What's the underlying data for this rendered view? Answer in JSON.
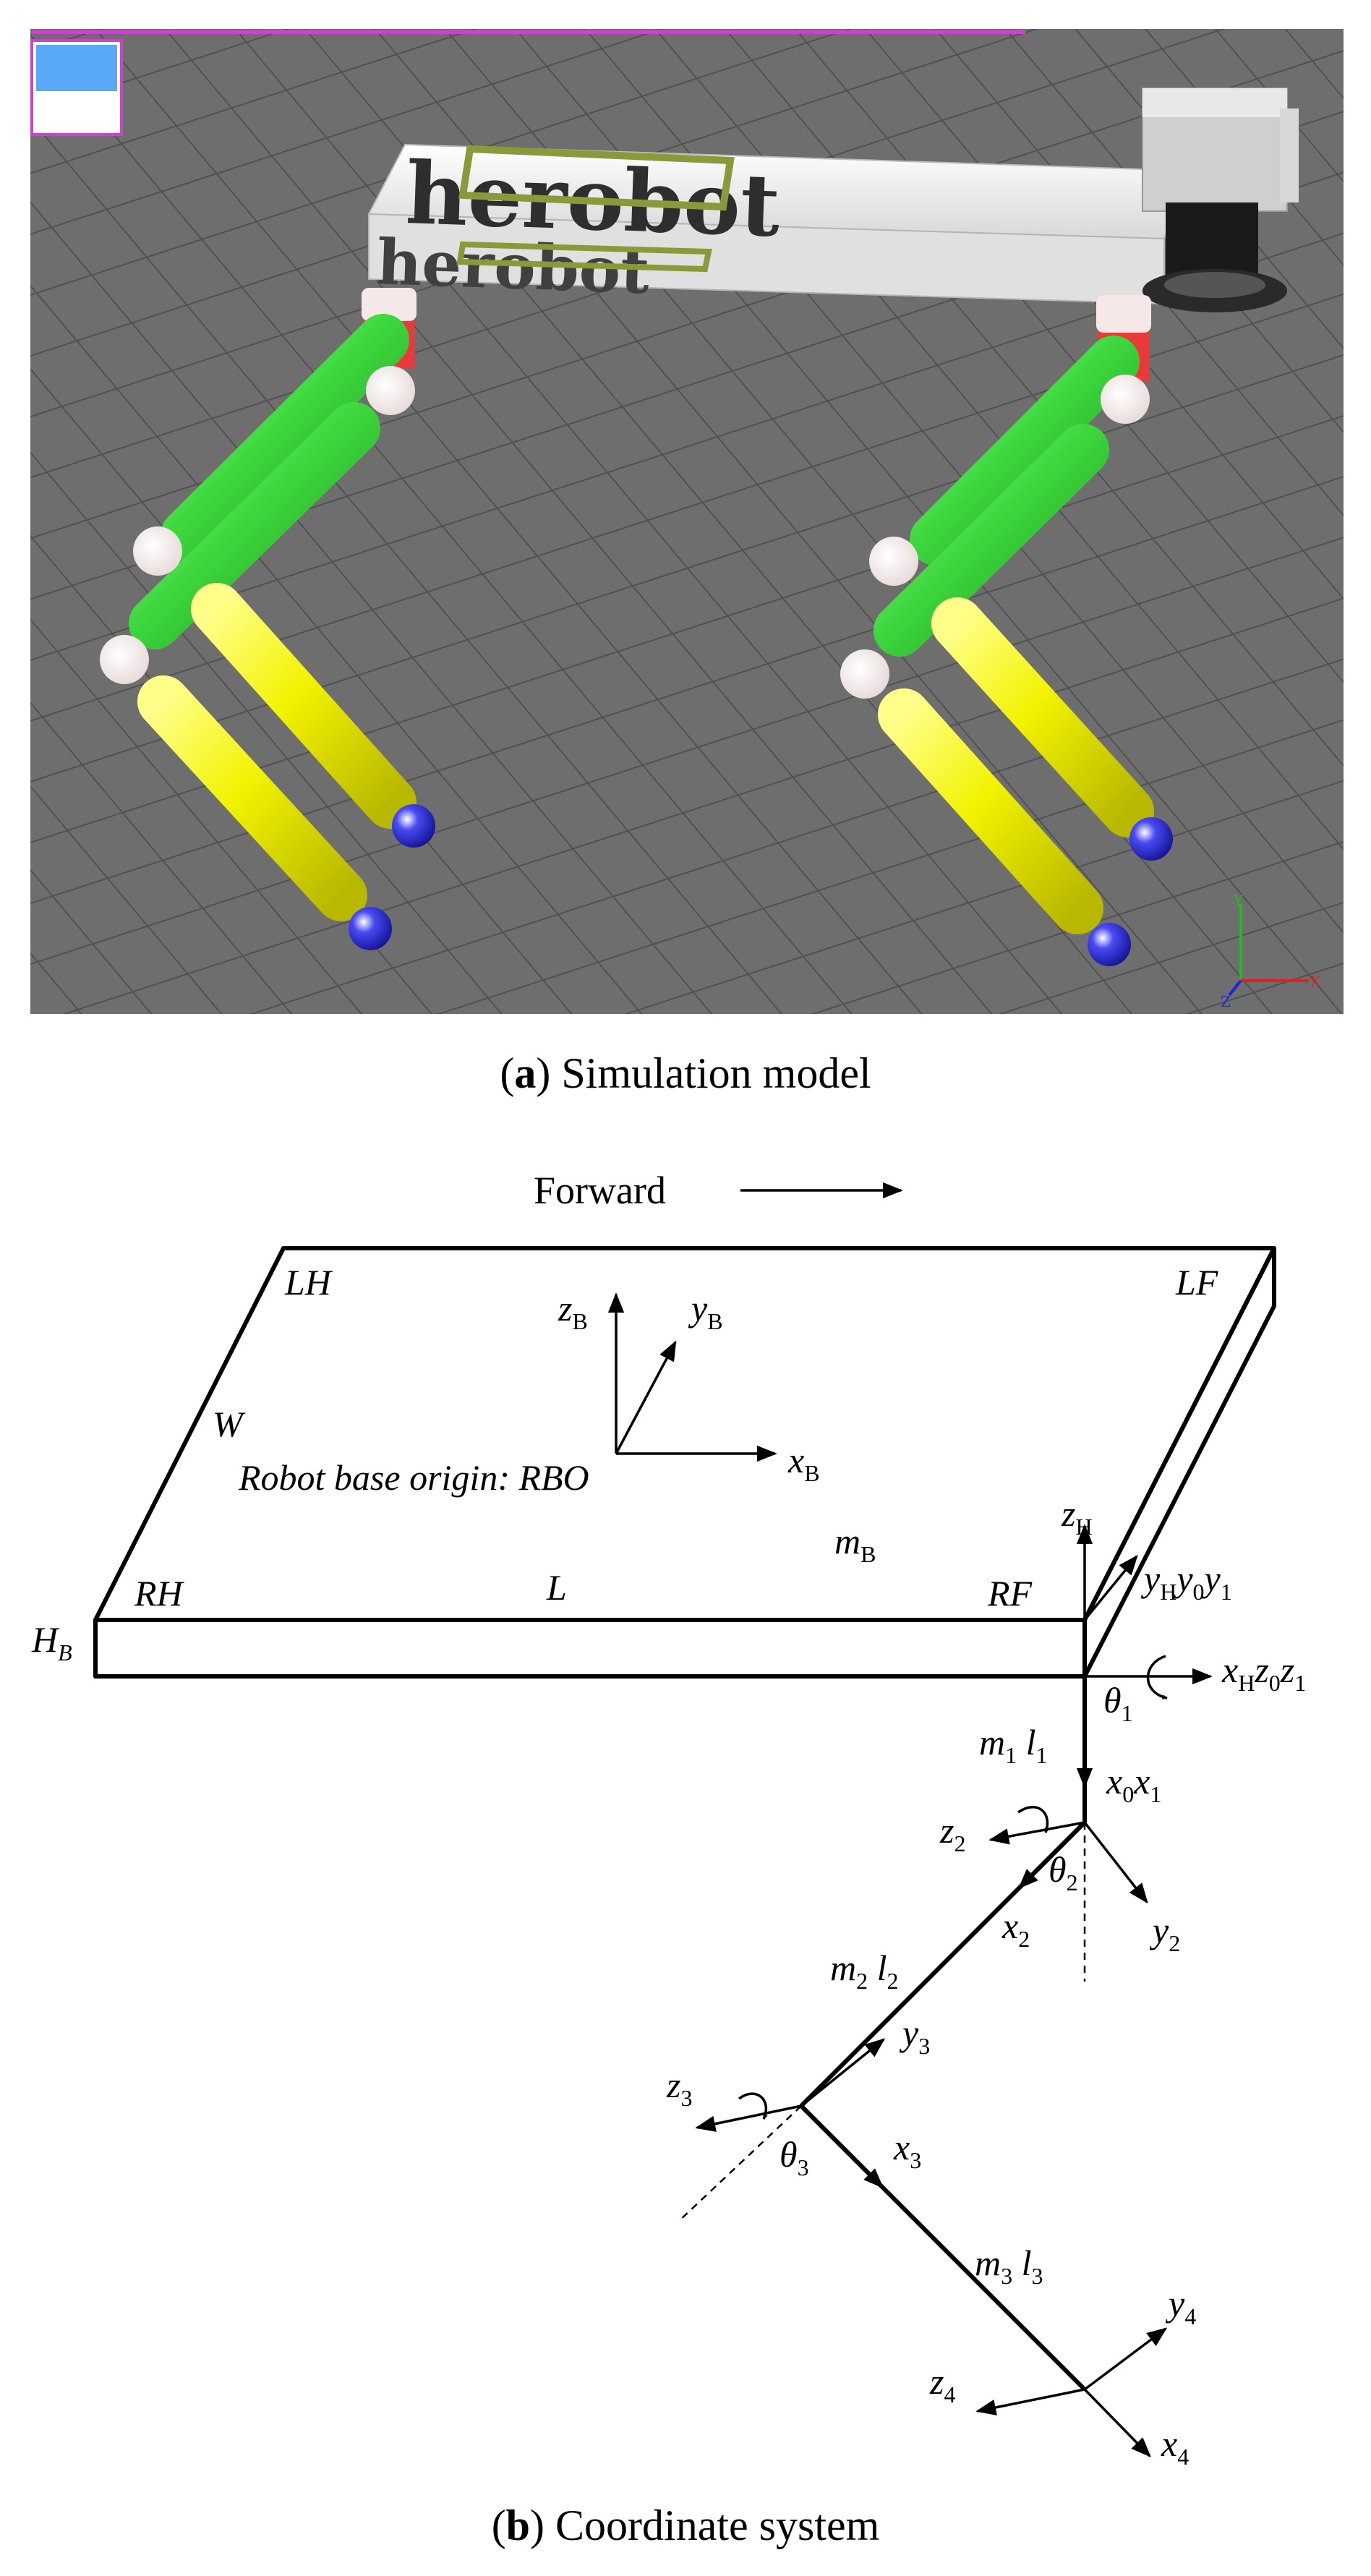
{
  "panel_a": {
    "caption_letter": "a",
    "caption_text": "Simulation model",
    "body_logo_text": "herobot",
    "axis_labels": {
      "x": "X",
      "y": "Y",
      "z": "Z"
    },
    "colors": {
      "floor": "#6e6e6e",
      "upper_leg": "#4ee04e",
      "lower_leg": "#f2f200",
      "hip_joint": "#e83a3a",
      "foot": "#2b2bd8",
      "body": "#f0f0f0",
      "logo_green": "#8a9a3a",
      "hud_bar": "#d040d0",
      "hud_blue": "#5aa8f8"
    }
  },
  "panel_b": {
    "caption_letter": "b",
    "caption_text": "Coordinate system",
    "forward_label": "Forward",
    "origin_label": "Robot base origin: RBO",
    "corners": {
      "lh": "LH",
      "lf": "LF",
      "rh": "RH",
      "rf": "RF"
    },
    "dims": {
      "width": "W",
      "length": "L",
      "height": "H",
      "height_sub": "B"
    },
    "base_mass": {
      "main": "m",
      "sub": "B"
    },
    "base_axes": {
      "z": {
        "main": "z",
        "sub": "B"
      },
      "y": {
        "main": "y",
        "sub": "B"
      },
      "x": {
        "main": "x",
        "sub": "B"
      }
    },
    "hip_axes": {
      "z": {
        "main": "z",
        "sub": "H"
      },
      "y": [
        "y",
        "H",
        "y",
        "0",
        "y",
        "1"
      ],
      "x": [
        "x",
        "H",
        "z",
        "0",
        "z",
        "1"
      ]
    },
    "link1": {
      "theta": "θ",
      "theta_sub": "1",
      "m": "m",
      "m_sub": "1",
      "l": "l",
      "l_sub": "1",
      "x": [
        "x",
        "0",
        "x",
        "1"
      ]
    },
    "link2": {
      "theta": "θ",
      "theta_sub": "2",
      "m": "m",
      "m_sub": "2",
      "l": "l",
      "l_sub": "2",
      "z": "z",
      "z_sub": "2",
      "x": "x",
      "x_sub": "2",
      "y": "y",
      "y_sub": "2"
    },
    "link3": {
      "theta": "θ",
      "theta_sub": "3",
      "m": "m",
      "m_sub": "3",
      "l": "l",
      "l_sub": "3",
      "z": "z",
      "z_sub": "3",
      "x": "x",
      "x_sub": "3",
      "y": "y",
      "y_sub": "3"
    },
    "foot": {
      "z": "z",
      "z_sub": "4",
      "x": "x",
      "x_sub": "4",
      "y": "y",
      "y_sub": "4"
    }
  }
}
